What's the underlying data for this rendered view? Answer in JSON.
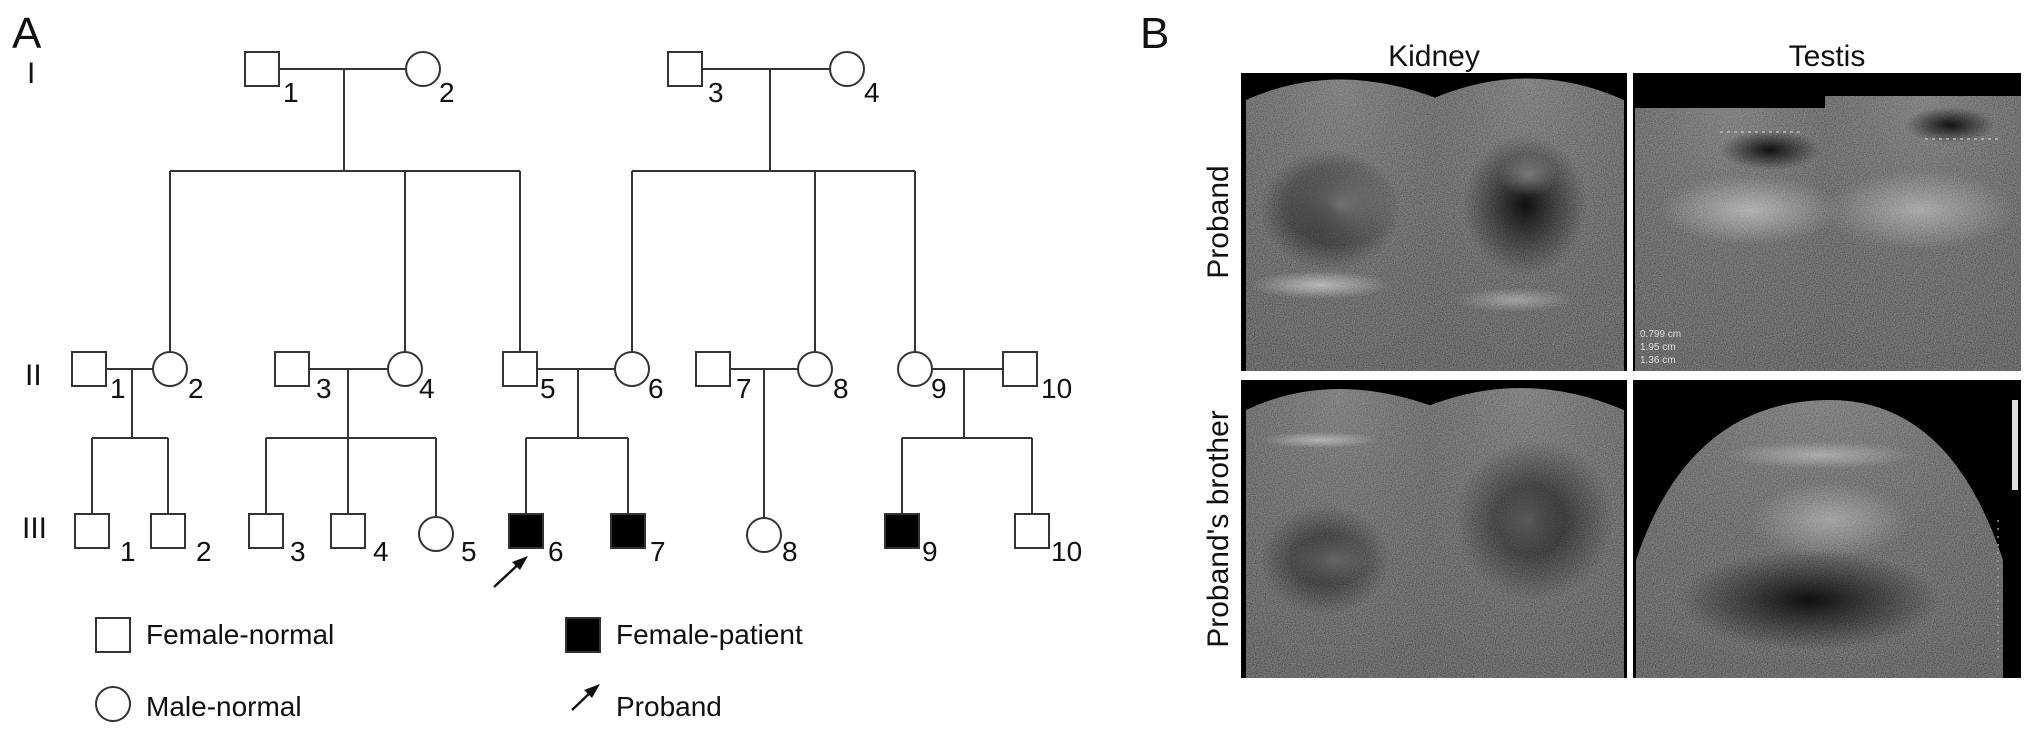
{
  "panel_a": {
    "label": "A",
    "generations": [
      "I",
      "II",
      "III"
    ],
    "gen1": [
      {
        "id": "I-1",
        "sex": "square",
        "affected": false,
        "num": "1"
      },
      {
        "id": "I-2",
        "sex": "circle",
        "affected": false,
        "num": "2"
      },
      {
        "id": "I-3",
        "sex": "square",
        "affected": false,
        "num": "3"
      },
      {
        "id": "I-4",
        "sex": "circle",
        "affected": false,
        "num": "4"
      }
    ],
    "gen2": [
      {
        "id": "II-1",
        "sex": "square",
        "affected": false,
        "num": "1"
      },
      {
        "id": "II-2",
        "sex": "circle",
        "affected": false,
        "num": "2"
      },
      {
        "id": "II-3",
        "sex": "square",
        "affected": false,
        "num": "3"
      },
      {
        "id": "II-4",
        "sex": "circle",
        "affected": false,
        "num": "4"
      },
      {
        "id": "II-5",
        "sex": "square",
        "affected": false,
        "num": "5"
      },
      {
        "id": "II-6",
        "sex": "circle",
        "affected": false,
        "num": "6"
      },
      {
        "id": "II-7",
        "sex": "square",
        "affected": false,
        "num": "7"
      },
      {
        "id": "II-8",
        "sex": "circle",
        "affected": false,
        "num": "8"
      },
      {
        "id": "II-9",
        "sex": "circle",
        "affected": false,
        "num": "9"
      },
      {
        "id": "II-10",
        "sex": "square",
        "affected": false,
        "num": "10"
      }
    ],
    "gen3": [
      {
        "id": "III-1",
        "sex": "square",
        "affected": false,
        "num": "1"
      },
      {
        "id": "III-2",
        "sex": "square",
        "affected": false,
        "num": "2"
      },
      {
        "id": "III-3",
        "sex": "square",
        "affected": false,
        "num": "3"
      },
      {
        "id": "III-4",
        "sex": "square",
        "affected": false,
        "num": "4"
      },
      {
        "id": "III-5",
        "sex": "circle",
        "affected": false,
        "num": "5"
      },
      {
        "id": "III-6",
        "sex": "square",
        "affected": true,
        "num": "6",
        "proband": true
      },
      {
        "id": "III-7",
        "sex": "square",
        "affected": true,
        "num": "7"
      },
      {
        "id": "III-8",
        "sex": "circle",
        "affected": false,
        "num": "8"
      },
      {
        "id": "III-9",
        "sex": "square",
        "affected": true,
        "num": "9"
      },
      {
        "id": "III-10",
        "sex": "square",
        "affected": false,
        "num": "10"
      }
    ],
    "legend": {
      "normal_square": "Female-normal",
      "patient_square": "Female-patient",
      "normal_circle": "Male-normal",
      "proband": "Proband"
    }
  },
  "panel_b": {
    "label": "B",
    "columns": [
      "Kidney",
      "Testis"
    ],
    "rows": [
      "Proband",
      "Proband's brother"
    ],
    "measurements": [
      "0.799 cm",
      "1.95 cm",
      "1.36 cm"
    ]
  }
}
